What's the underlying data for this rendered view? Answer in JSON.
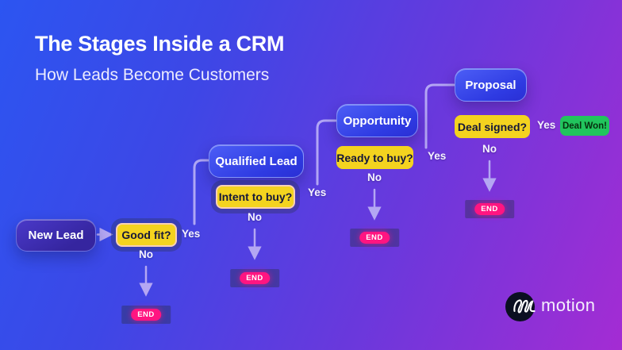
{
  "header": {
    "title": "The Stages Inside a CRM",
    "subtitle": "How Leads Become Customers"
  },
  "flow": {
    "stages": [
      {
        "label": "New Lead"
      },
      {
        "label": "Qualified Lead"
      },
      {
        "label": "Opportunity"
      },
      {
        "label": "Proposal"
      }
    ],
    "decisions": [
      {
        "label": "Good fit?",
        "yes_label": "Yes",
        "no_label": "No",
        "end_label": "END"
      },
      {
        "label": "Intent to buy?",
        "yes_label": "Yes",
        "no_label": "No",
        "end_label": "END"
      },
      {
        "label": "Ready to buy?",
        "yes_label": "Yes",
        "no_label": "No",
        "end_label": "END"
      },
      {
        "label": "Deal signed?",
        "yes_label": "Yes",
        "no_label": "No",
        "end_label": "END",
        "won_label": "Deal Won!"
      }
    ]
  },
  "footer": {
    "brand": "motion"
  },
  "colors": {
    "background_top_left": "#2c55f1",
    "background_bottom_right": "#a42cd3",
    "stage_blue": "#3346e8",
    "stage_dark_indigo": "#3a2ca8",
    "decision_yellow": "#f4d31f",
    "decision_outline_peach": "#f8d0be",
    "end_pink": "#ff1581",
    "deal_won_green": "#21c55d",
    "connector_lavender": "#beb3f6",
    "text_dark": "#15173a",
    "logo_circle": "#0b0f21"
  }
}
